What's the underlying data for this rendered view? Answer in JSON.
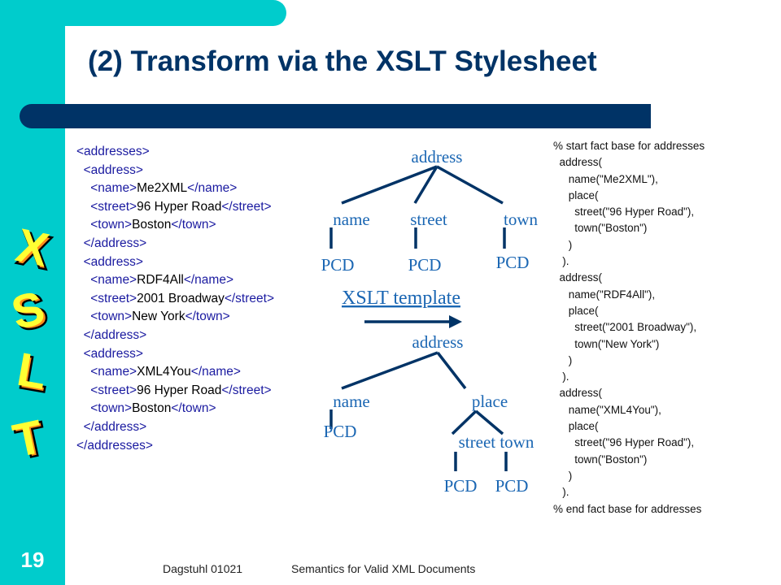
{
  "slide": {
    "title": "(2) Transform via the XSLT Stylesheet",
    "page_number": "19",
    "side_letters": [
      "X",
      "S",
      "L",
      "T"
    ],
    "footer_left": "Dagstuhl 01021",
    "footer_right": "Semantics for Valid XML Documents",
    "colors": {
      "sidebar": "#00cccc",
      "title": "#003366",
      "tree_text": "#1a66b3",
      "arrow": "#003366"
    }
  },
  "xml_lines": [
    {
      "indent": 0,
      "pre": "",
      "tag": "<addresses>",
      "text": "",
      "tag2": ""
    },
    {
      "indent": 1,
      "pre": "",
      "tag": "<address>",
      "text": "",
      "tag2": ""
    },
    {
      "indent": 2,
      "pre": "",
      "tag": "<name>",
      "text": "Me2XML",
      "tag2": "</name>"
    },
    {
      "indent": 2,
      "pre": "",
      "tag": "<street>",
      "text": "96 Hyper Road",
      "tag2": "</street>"
    },
    {
      "indent": 2,
      "pre": "",
      "tag": "<town>",
      "text": "Boston",
      "tag2": "</town>"
    },
    {
      "indent": 1,
      "pre": "",
      "tag": "</address>",
      "text": "",
      "tag2": ""
    },
    {
      "indent": 1,
      "pre": "",
      "tag": "<address>",
      "text": "",
      "tag2": ""
    },
    {
      "indent": 2,
      "pre": "",
      "tag": "<name>",
      "text": "RDF4All",
      "tag2": "</name>"
    },
    {
      "indent": 2,
      "pre": "",
      "tag": "<street>",
      "text": "2001 Broadway",
      "tag2": "</street>"
    },
    {
      "indent": 2,
      "pre": "",
      "tag": "<town>",
      "text": "New York",
      "tag2": "</town>"
    },
    {
      "indent": 1,
      "pre": "",
      "tag": "</address>",
      "text": "",
      "tag2": ""
    },
    {
      "indent": 1,
      "pre": "",
      "tag": "<address>",
      "text": "",
      "tag2": ""
    },
    {
      "indent": 2,
      "pre": "",
      "tag": "<name>",
      "text": "XML4You",
      "tag2": "</name>"
    },
    {
      "indent": 2,
      "pre": "",
      "tag": "<street>",
      "text": "96 Hyper Road",
      "tag2": "</street>"
    },
    {
      "indent": 2,
      "pre": "",
      "tag": "<town>",
      "text": "Boston",
      "tag2": "</town>"
    },
    {
      "indent": 1,
      "pre": "",
      "tag": "</address>",
      "text": "",
      "tag2": ""
    },
    {
      "indent": 0,
      "pre": "",
      "tag": "</addresses>",
      "text": "",
      "tag2": ""
    }
  ],
  "tree": {
    "top_root": "address",
    "top_children": [
      "name",
      "street",
      "town"
    ],
    "leaf": "PCD",
    "template_label": "XSLT template",
    "bottom_root": "address",
    "bottom_name": "name",
    "bottom_place": "place",
    "bottom_street_town": "street town"
  },
  "fact_lines": [
    "% start fact base for addresses",
    "  address(",
    "     name(\"Me2XML\"),",
    "     place(",
    "       street(\"96 Hyper Road\"),",
    "       town(\"Boston\")",
    "     )",
    "   ).",
    "  address(",
    "     name(\"RDF4All\"),",
    "     place(",
    "       street(\"2001 Broadway\"),",
    "       town(\"New York\")",
    "     )",
    "   ).",
    "  address(",
    "     name(\"XML4You\"),",
    "     place(",
    "       street(\"96 Hyper Road\"),",
    "       town(\"Boston\")",
    "     )",
    "   ).",
    "% end fact base for addresses"
  ]
}
